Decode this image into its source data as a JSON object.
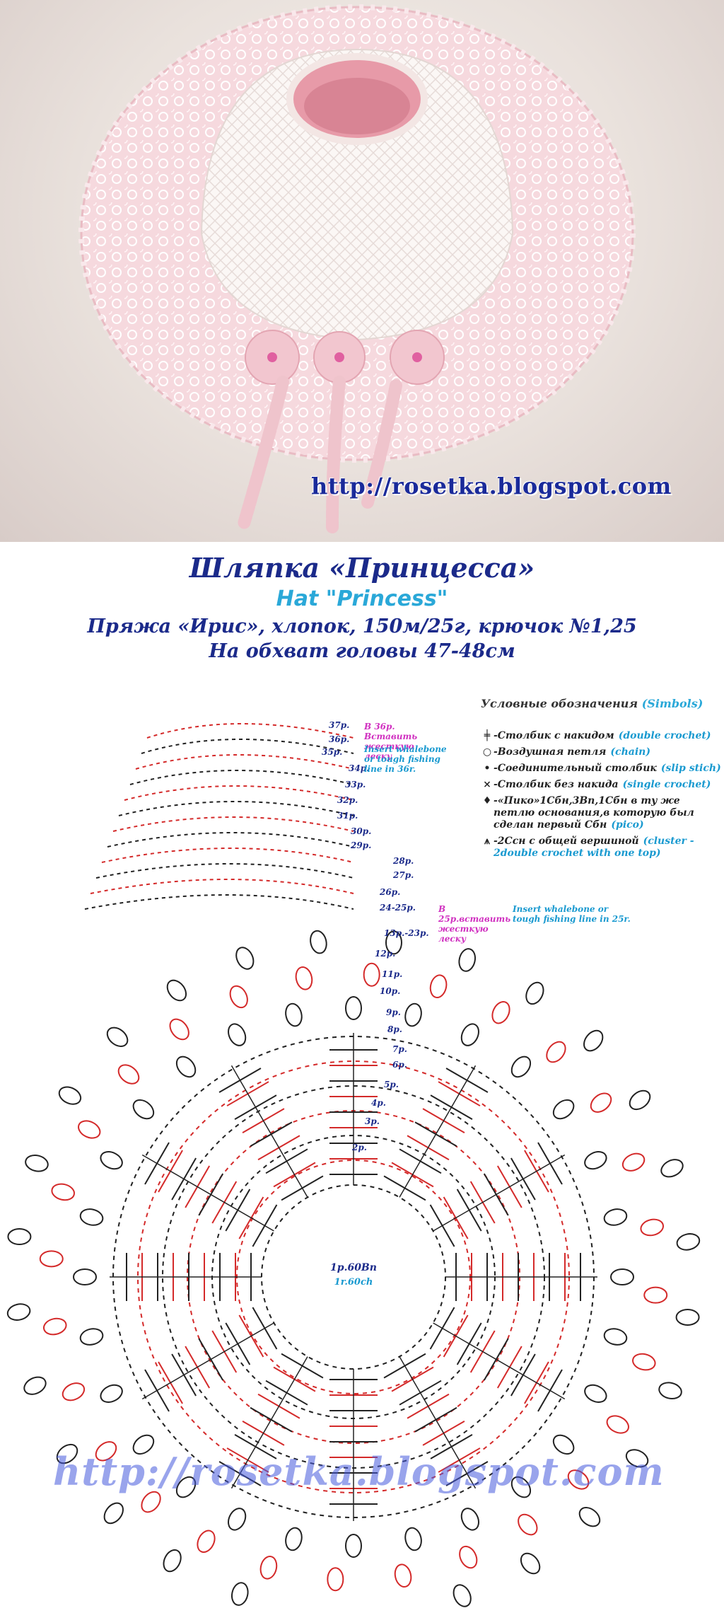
{
  "photo": {
    "url_overlay": "http://rosetka.blogspot.com"
  },
  "header": {
    "title_ru": "Шляпка «Принцесса»",
    "title_en": "Hat \"Princess\"",
    "yarn": "Пряжа «Ирис», хлопок, 150м/25г, крючок №1,25",
    "size": "На обхват головы 47-48см"
  },
  "legend": {
    "title_ru": "Условные обозначения",
    "title_en": "(Simbols)",
    "items": [
      {
        "symbol": "╪",
        "ru": "-Столбик с накидом",
        "en": "(double crochet)"
      },
      {
        "symbol": "○",
        "ru": "-Воздушная петля",
        "en": "(chain)"
      },
      {
        "symbol": "•",
        "ru": "-Соединительный столбик",
        "en": "(slip stich)"
      },
      {
        "symbol": "×",
        "ru": "-Столбик без накида",
        "en": "(single crochet)"
      },
      {
        "symbol": "♦",
        "ru": "-«Пико»1Сбн,3Вп,1Сбн в ту же петлю основания,в которую был сделан первый Сбн",
        "en": "(pico)"
      },
      {
        "symbol": "⩚",
        "ru": "-2Ссн с общей вершиной",
        "en": "(cluster - 2double crochet with one top)"
      }
    ]
  },
  "notes": {
    "r36_ru": "В 36р. Вставить жесткую леску",
    "r36_en": "Insert whalebone or tough fishing line in 36r.",
    "r25_ru": "В 25р.вставить жесткую леску",
    "r25_en": "Insert whalebone or tough fishing line in 25r."
  },
  "rows": {
    "upper": [
      "37р.",
      "36р.",
      "35р.",
      "34р.",
      "33р.",
      "32р.",
      "31р.",
      "30р.",
      "29р.",
      "28р.",
      "27р.",
      "26р.",
      "24-25р.",
      "13р.-23р."
    ],
    "lower": [
      "12р.",
      "11р.",
      "10р.",
      "9р.",
      "8р.",
      "7р.",
      "6р.",
      "5р.",
      "4р.",
      "3р.",
      "2р."
    ]
  },
  "center": {
    "ru": "1р.60Вп",
    "en": "1r.60ch"
  },
  "watermark": "http://rosetka.blogspot.com",
  "colors": {
    "navy": "#1b2a8a",
    "cyan": "#2aa8d8",
    "red": "#d42a2a",
    "black": "#222222",
    "pink": "#d030c0"
  }
}
